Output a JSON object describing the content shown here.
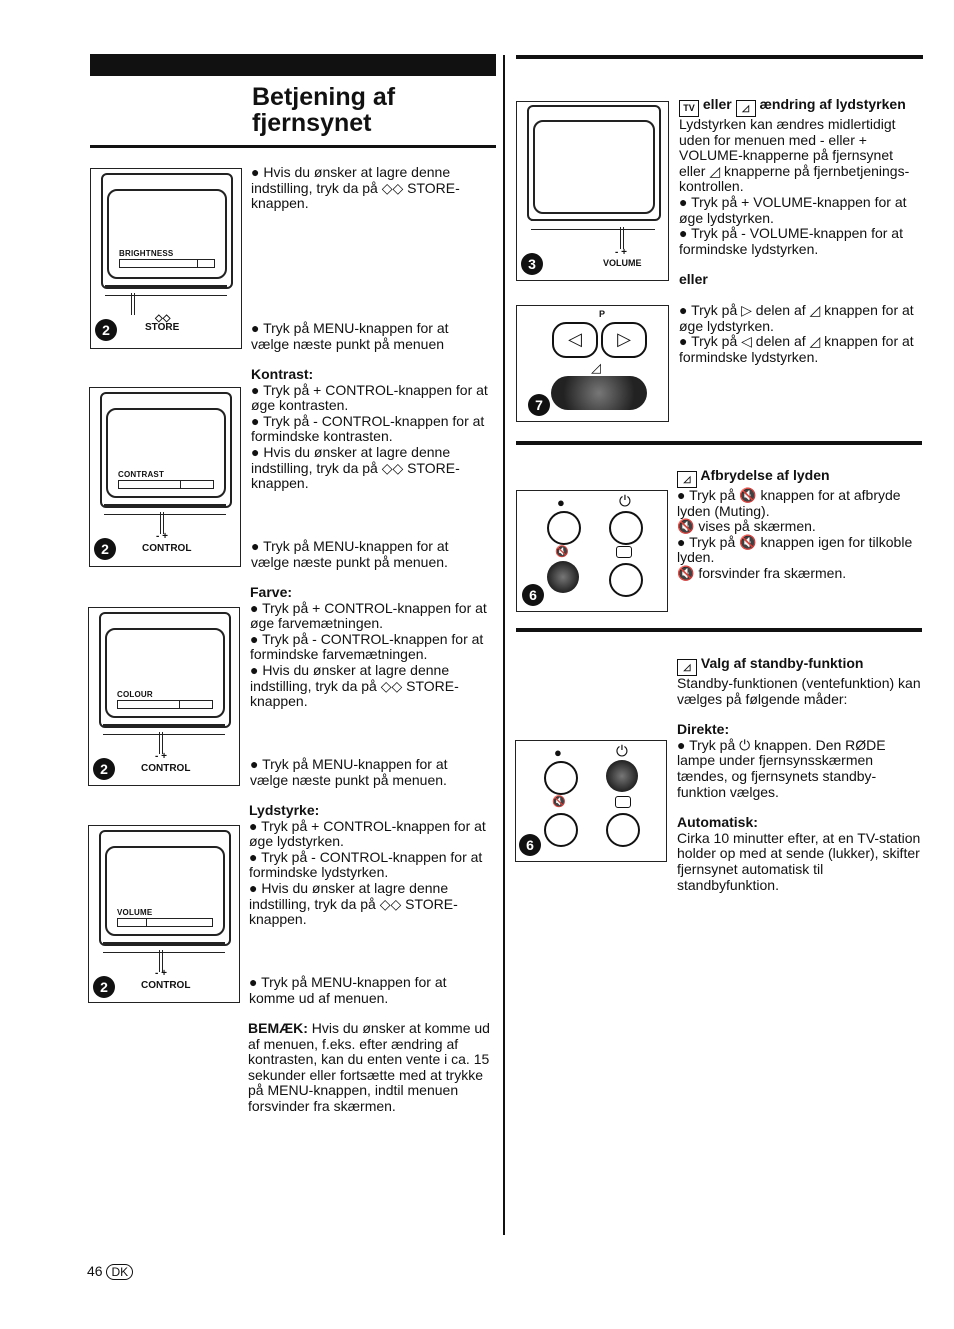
{
  "header": {
    "title_line1": "Betjening af",
    "title_line2": "fjernsynet"
  },
  "left_figures": [
    {
      "osd": "BRIGHTNESS",
      "button": "STORE",
      "button_symbol": "◇◇",
      "step": "2"
    },
    {
      "osd": "CONTRAST",
      "button": "CONTROL",
      "button_symbol": "- +",
      "step": "2"
    },
    {
      "osd": "COLOUR",
      "button": "CONTROL",
      "button_symbol": "- +",
      "step": "2"
    },
    {
      "osd": "VOLUME",
      "button": "CONTROL",
      "button_symbol": "- +",
      "step": "2"
    }
  ],
  "left_text": {
    "p1": "● Hvis du ønsker at lagre denne indstilling, tryk da på ◇◇ STORE-knappen.",
    "p2": "● Tryk på MENU-knappen for at vælge næste punkt på menuen",
    "kontrast_heading": "Kontrast:",
    "kontrast_1": "● Tryk på + CONTROL-knappen for at øge kontrasten.",
    "kontrast_2": "● Tryk på - CONTROL-knappen for at formindske kontrasten.",
    "kontrast_3": "● Hvis du ønsker at lagre denne indstilling, tryk da på ◇◇ STORE-knappen.",
    "p3": "● Tryk på MENU-knappen for at vælge næste punkt på menuen.",
    "farve_heading": "Farve:",
    "farve_1": "● Tryk på + CONTROL-knappen for at øge farvemætningen.",
    "farve_2": "● Tryk på - CONTROL-knappen for at formindske farvemætningen.",
    "farve_3": "● Hvis du ønsker at lagre denne indstilling, tryk da på ◇◇ STORE-knappen.",
    "p4": "● Tryk på MENU-knappen for at vælge næste punkt på menuen.",
    "lyd_heading": "Lydstyrke:",
    "lyd_1": "● Tryk på + CONTROL-knappen for at øge lydstyrken.",
    "lyd_2": "● Tryk på - CONTROL-knappen for at formindske lydstyrken.",
    "lyd_3": "● Hvis du ønsker at lagre denne indstilling, tryk da på ◇◇ STORE-knappen.",
    "p5": "● Tryk på MENU-knappen for at komme ud af menuen.",
    "note_bold": "BEMÆK:",
    "note": " Hvis du ønsker at komme ud af menuen, f.eks. efter ændring af kontrasten, kan du enten vente i ca. 15 sekunder eller fortsætte med at trykke på MENU-knappen, indtil menuen forsvinder fra skærmen."
  },
  "right": {
    "s1_icon_tv": "TV",
    "s1_title_eller": "eller",
    "s1_title": "ændring af lydstyrken",
    "s1_p1": "Lydstyrken kan ændres midlertidigt uden for menuen med - eller + VOLUME-knapperne på fjernsynet eller ◿ knapperne på fjernbetjenings-kontrollen.",
    "s1_b1": "● Tryk på + VOLUME-knappen for at øge lydstyrken.",
    "s1_b2": "● Tryk på - VOLUME-knappen for at formindske lydstyrken.",
    "s1_eller": "eller",
    "s1_b3": "● Tryk på ▷ delen af ◿ knappen for at øge lydstyrken.",
    "s1_b4": "● Tryk på ◁ delen af ◿ knappen for at formindske lydstyrken.",
    "fig_volume_label": "VOLUME",
    "fig_volume_symbol": "- +",
    "fig_volume_step": "3",
    "fig_remote_p": "P",
    "fig_remote_step": "7",
    "s2_title": "Afbrydelse af lyden",
    "s2_b1": "● Tryk på 🔇 knappen for at afbryde lyden (Muting).",
    "s2_l2": "🔇 vises på skærmen.",
    "s2_b2": "● Tryk på 🔇 knappen igen for tilkoble lyden.",
    "s2_l3": "🔇 forsvinder fra skærmen.",
    "fig_mute_step": "6",
    "s3_title": "Valg af standby-funktion",
    "s3_p1": "Standby-funktionen (ventefunktion) kan vælges på følgende måder:",
    "s3_h1": "Direkte:",
    "s3_b1": "● Tryk på ⏻ knappen. Den RØDE lampe under fjernsynsskærmen tændes, og fjernsynets standby-funktion vælges.",
    "s3_h2": "Automatisk:",
    "s3_p2": "Cirka 10 minutter efter, at en TV-station holder op med at sende (lukker), skifter fjernsynet automatisk til standbyfunktion.",
    "fig_standby_step": "6"
  },
  "footer": {
    "page_number": "46",
    "country": "DK"
  }
}
